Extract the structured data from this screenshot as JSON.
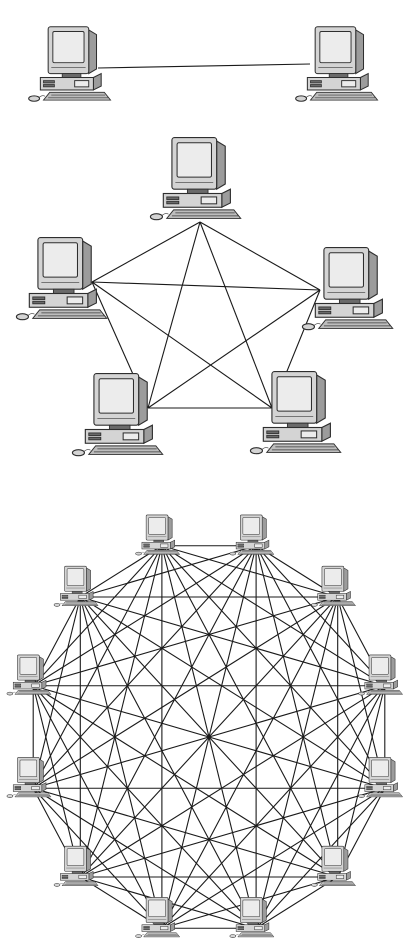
{
  "diagram": {
    "networks": [
      {
        "id": "two-node-network",
        "node_count": 2,
        "topology": "fully-connected"
      },
      {
        "id": "five-node-network",
        "node_count": 5,
        "topology": "fully-connected"
      },
      {
        "id": "twelve-node-network",
        "node_count": 12,
        "topology": "fully-connected"
      }
    ],
    "node_icon": "desktop-computer-icon",
    "colors": {
      "background": "#ffffff",
      "link": "#1a1a1a",
      "computer_body": "#d4d4d4",
      "computer_shadow": "#9c9c9c",
      "screen": "#ececec"
    }
  }
}
